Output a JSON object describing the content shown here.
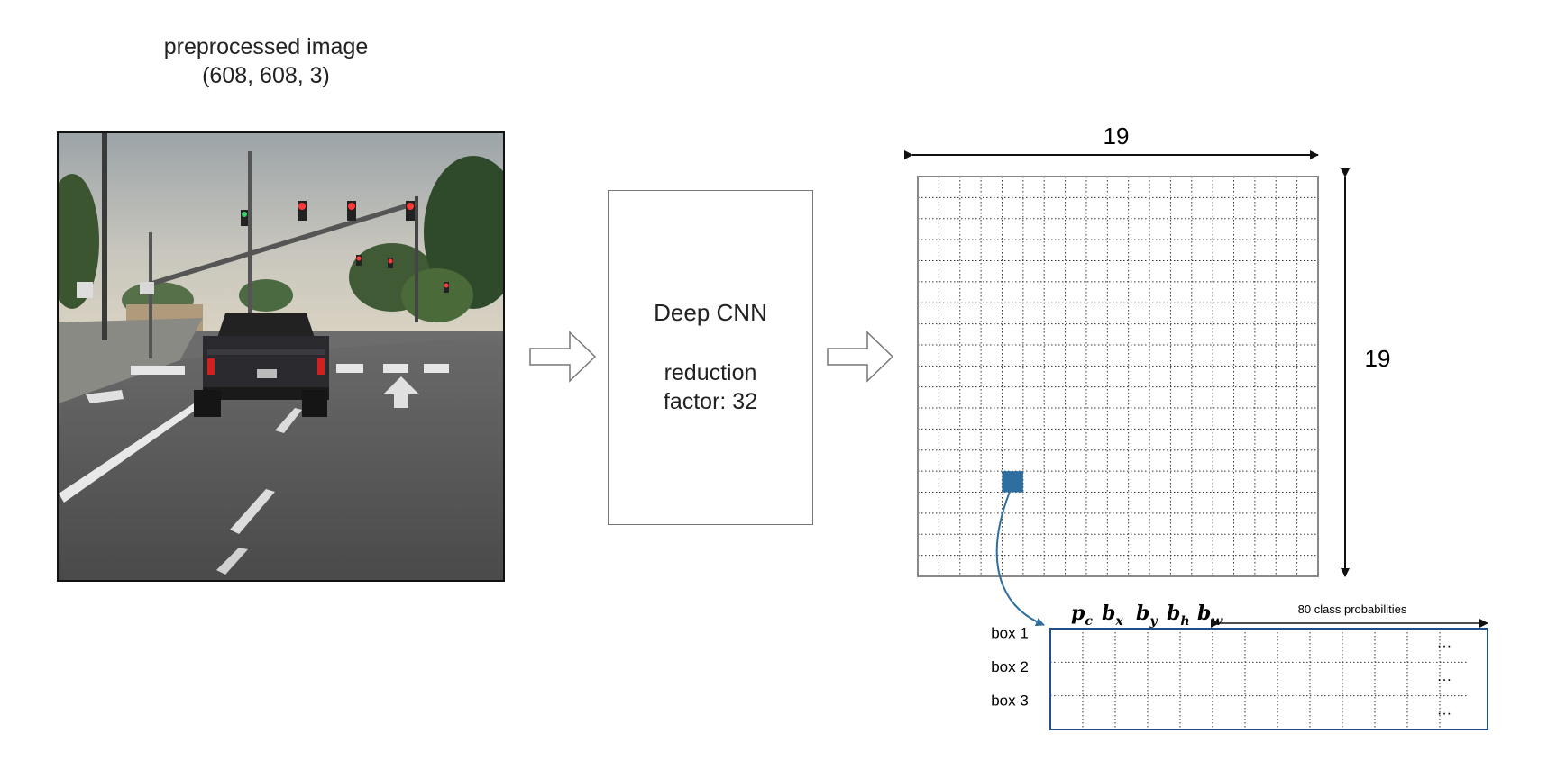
{
  "input_image": {
    "title_line1": "preprocessed image",
    "title_line2": "(608, 608, 3)"
  },
  "cnn": {
    "title": "Deep CNN",
    "subtitle_line1": "reduction",
    "subtitle_line2": "factor: 32"
  },
  "grid": {
    "cols": 19,
    "rows": 19,
    "width_label": "19",
    "height_label": "19",
    "highlight_col": 4,
    "highlight_row": 14,
    "highlight_color": "#2e6e9e",
    "line_color": "#333333",
    "border_color": "#888888"
  },
  "output_vector": {
    "params": [
      {
        "base": "p",
        "sub": "c"
      },
      {
        "base": "b",
        "sub": "x"
      },
      {
        "base": "b",
        "sub": "y"
      },
      {
        "base": "b",
        "sub": "h"
      },
      {
        "base": "b",
        "sub": "w"
      }
    ],
    "class_label": "80 class probabilities",
    "boxes": [
      "box 1",
      "box 2",
      "box 3"
    ],
    "ellipsis": "…",
    "border_color": "#1f4e8c",
    "arrow_color": "#2e6e9e",
    "columns": 12
  }
}
